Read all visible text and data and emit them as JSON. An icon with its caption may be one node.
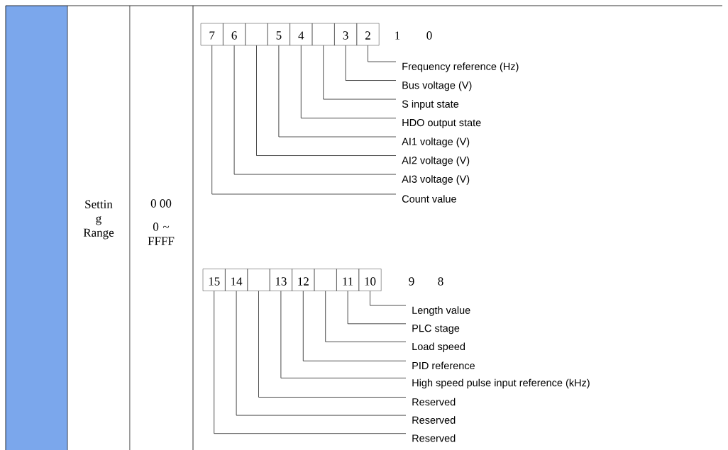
{
  "diagram": {
    "nodes": [
      {
        "text": [],
        "shape": "box"
      },
      {
        "text": [],
        "shape": "box"
      },
      {
        "text": [],
        "shape": "box"
      },
      {
        "text": [],
        "shape": "box"
      },
      {
        "text": [],
        "shape": "box"
      },
      {
        "text": [],
        "shape": "box"
      },
      {
        "text": [],
        "shape": "box"
      },
      {
        "text": [],
        "shape": "box"
      },
      {
        "text": [],
        "shape": "box"
      },
      {
        "text": [],
        "shape": "box"
      },
      {
        "text": [],
        "shape": "box"
      },
      {
        "text": [],
        "shape": "box"
      },
      {
        "text": [],
        "shape": "box"
      },
      {
        "text": [],
        "shape": "box"
      },
      {
        "text": [],
        "shape": "box"
      },
      {
        "text": [],
        "shape": "box"
      },
      {
        "text": [
          "Frequency reference (Hz)"
        ]
      },
      {
        "text": [
          "Bus voltage (V)"
        ]
      },
      {
        "text": [
          "S input state"
        ]
      },
      {
        "text": [
          "HDO output state"
        ]
      },
      {
        "text": [
          "AI1 voltage (V)"
        ]
      },
      {
        "text": [
          "AI2 voltage (V)"
        ]
      },
      {
        "text": [
          "AI3 voltage (V)"
        ]
      },
      {
        "text": [
          "Count value"
        ]
      },
      {
        "text": [
          "Length value"
        ]
      },
      {
        "text": [
          "PLC stage"
        ]
      },
      {
        "text": [
          "Load speed"
        ]
      },
      {
        "text": [
          "PID reference"
        ]
      },
      {
        "text": [
          "High speed pulse input reference (kHz)"
        ]
      },
      {
        "text": [
          "Reserved"
        ]
      },
      {
        "text": [
          "Reserved"
        ]
      },
      {
        "text": [
          "Reserved"
        ]
      }
    ],
    "edges": [
      {
        "from": 7,
        "to": 16,
        "arrow": "none"
      },
      {
        "from": 6,
        "to": 17,
        "arrow": "none"
      },
      {
        "from": 5,
        "to": 18,
        "arrow": "none"
      },
      {
        "from": 4,
        "to": 19,
        "arrow": "none"
      },
      {
        "from": 3,
        "to": 20,
        "arrow": "none"
      },
      {
        "from": 2,
        "to": 21,
        "arrow": "none"
      },
      {
        "from": 1,
        "to": 22,
        "arrow": "none"
      },
      {
        "from": 0,
        "to": 23,
        "arrow": "none"
      },
      {
        "from": 15,
        "to": 24,
        "arrow": "none"
      },
      {
        "from": 14,
        "to": 25,
        "arrow": "none"
      },
      {
        "from": 13,
        "to": 26,
        "arrow": "none"
      },
      {
        "from": 12,
        "to": 27,
        "arrow": "none"
      },
      {
        "from": 11,
        "to": 28,
        "arrow": "none"
      },
      {
        "from": 10,
        "to": 29,
        "arrow": "none"
      },
      {
        "from": 9,
        "to": 30,
        "arrow": "none"
      },
      {
        "from": 8,
        "to": 31,
        "arrow": "none"
      }
    ],
    "labels": [
      "Settin g Range",
      "0 00",
      "0 ~ FFFF",
      "7",
      "6",
      "5",
      "4",
      "3",
      "2",
      "1",
      "0",
      "15",
      "14",
      "13",
      "12",
      "11",
      "10",
      "9",
      "8"
    ]
  }
}
